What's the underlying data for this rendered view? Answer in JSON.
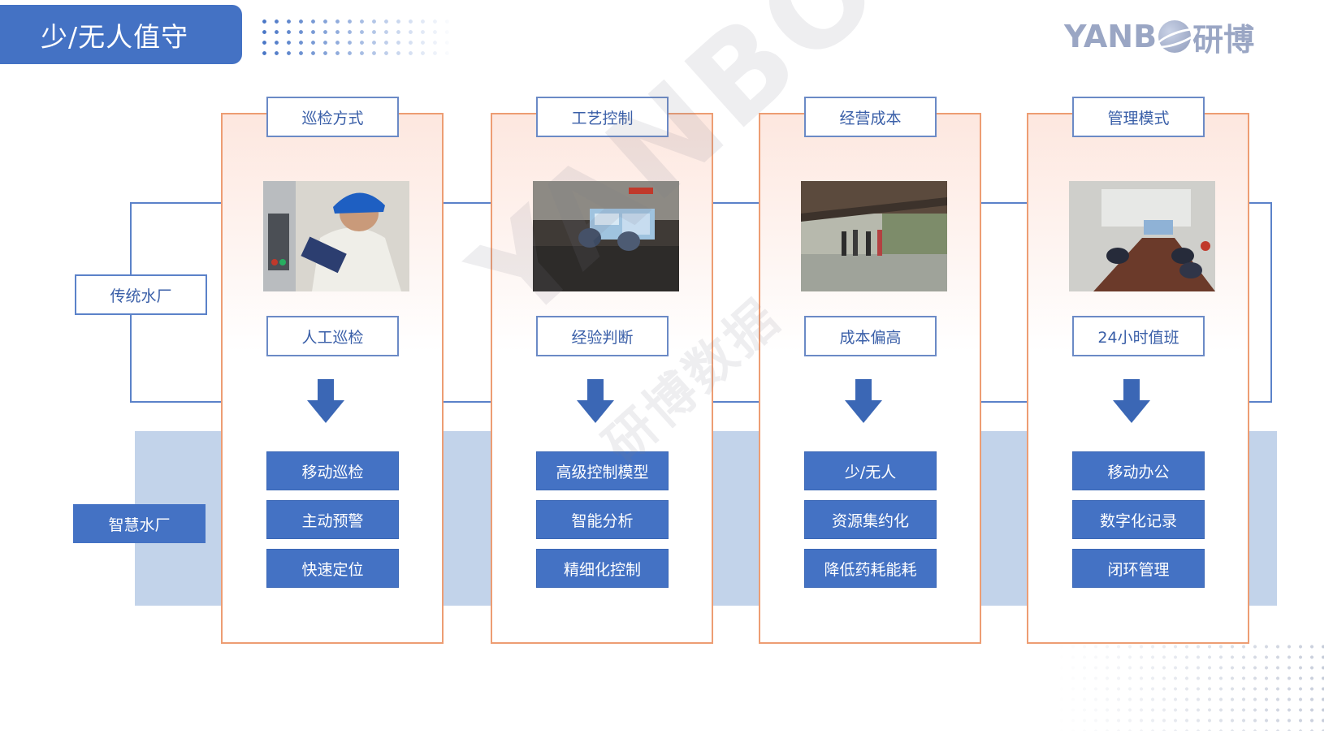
{
  "page": {
    "title": "少/无人值守",
    "logo_text_left": "YANB",
    "logo_text_right": "研博",
    "watermark_latin": "YANBOOT",
    "watermark_cjk": "研博数据"
  },
  "rows": {
    "traditional_label": "传统水厂",
    "smart_label": "智慧水厂"
  },
  "columns": [
    {
      "header": "巡检方式",
      "photo_icon": "inspector-photo",
      "traditional": "人工巡检",
      "smart": [
        "移动巡检",
        "主动预警",
        "快速定位"
      ]
    },
    {
      "header": "工艺控制",
      "photo_icon": "control-room-photo",
      "traditional": "经验判断",
      "smart": [
        "高级控制模型",
        "智能分析",
        "精细化控制"
      ]
    },
    {
      "header": "经营成本",
      "photo_icon": "plant-site-photo",
      "traditional": "成本偏高",
      "smart": [
        "少/无人",
        "资源集约化",
        "降低药耗能耗"
      ]
    },
    {
      "header": "管理模式",
      "photo_icon": "meeting-room-photo",
      "traditional": "24小时值班",
      "smart": [
        "移动办公",
        "数字化记录",
        "闭环管理"
      ]
    }
  ],
  "colors": {
    "primary_blue": "#4472c4",
    "card_border": "#ed9d73",
    "smart_band": "#c2d3ea"
  }
}
